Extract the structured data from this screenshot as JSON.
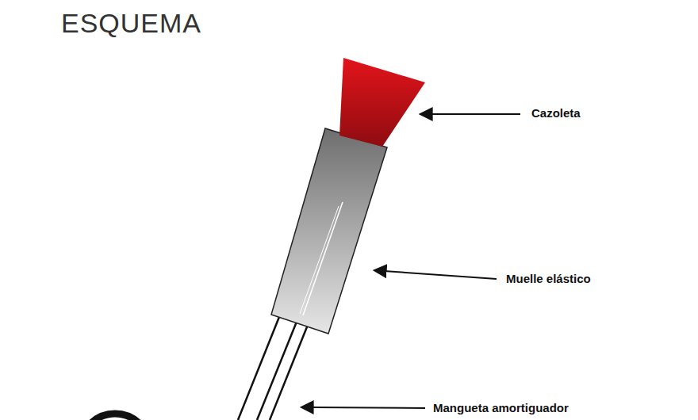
{
  "diagram": {
    "title": "ESQUEMA",
    "labels": [
      "Cazoleta",
      "Muelle elástico",
      "Mangueta amortiguador"
    ]
  }
}
